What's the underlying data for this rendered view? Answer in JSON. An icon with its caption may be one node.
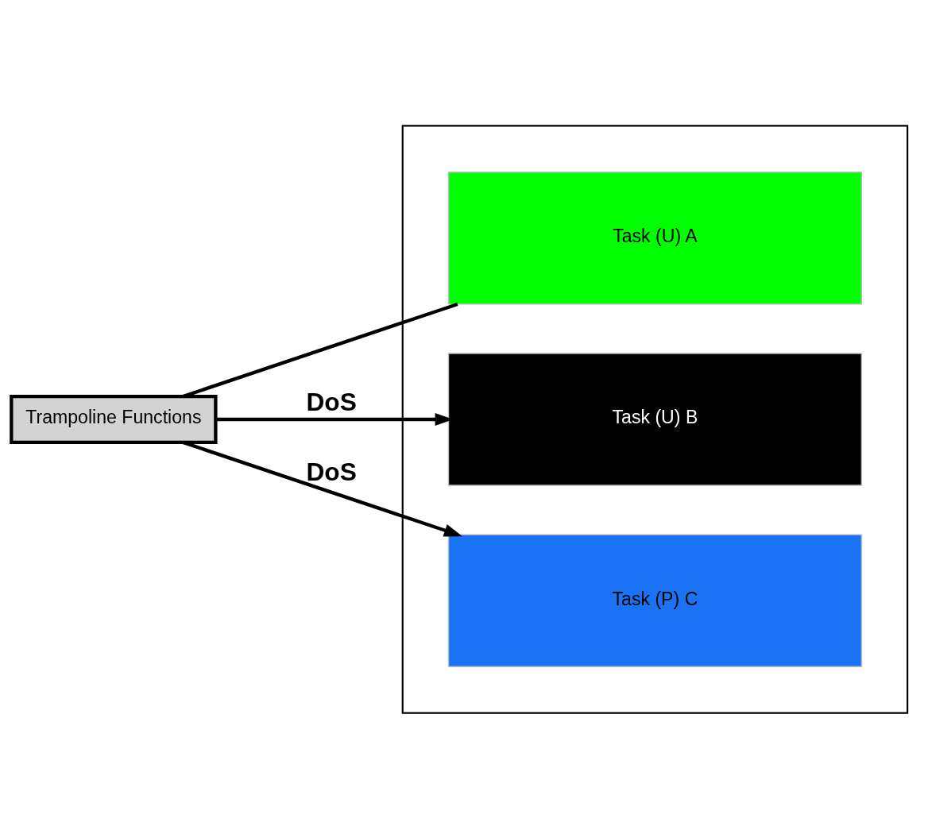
{
  "diagram": {
    "nodes": [
      {
        "text": [],
        "shape": "box"
      },
      {
        "text": [
          "Task (U) A"
        ],
        "in": 0
      },
      {
        "text": [
          "Task (U) B"
        ],
        "in": 0
      },
      {
        "text": [
          "Task (P) C"
        ],
        "in": 0
      },
      {
        "text": [
          "Trampoline Functions"
        ]
      }
    ],
    "edges": [
      {
        "from": 4,
        "to": 1,
        "arrow": "none"
      },
      {
        "from": 4,
        "to": 2,
        "arrow": "to",
        "label": "DoS"
      },
      {
        "from": 4,
        "to": 3,
        "arrow": "to",
        "label": "DoS"
      }
    ]
  }
}
